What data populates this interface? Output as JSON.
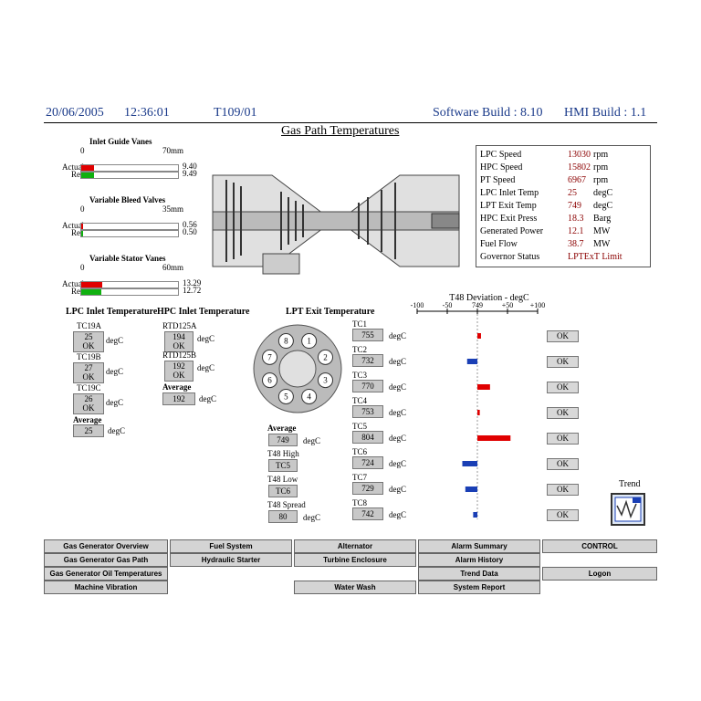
{
  "header": {
    "date": "20/06/2005",
    "time": "12:36:01",
    "unit": "T109/01",
    "software_build": "Software Build : 8.10",
    "hmi_build": "HMI Build : 1.1"
  },
  "page_title": "Gas Path Temperatures",
  "gauges": [
    {
      "title": "Inlet Guide Vanes",
      "scale_min": "0",
      "scale_max": "70mm",
      "actual_label": "Actual",
      "ref_label": "Ref",
      "actual_value": "9.40",
      "ref_value": "9.49",
      "actual_fraction": 0.134,
      "ref_fraction": 0.136
    },
    {
      "title": "Variable Bleed Valves",
      "scale_min": "0",
      "scale_max": "35mm",
      "actual_label": "Actual",
      "ref_label": "Ref",
      "actual_value": "0.56",
      "ref_value": "0.50",
      "actual_fraction": 0.016,
      "ref_fraction": 0.014
    },
    {
      "title": "Variable Stator Vanes",
      "scale_min": "0",
      "scale_max": "60mm",
      "actual_label": "Actual",
      "ref_label": "Ref",
      "actual_value": "13.29",
      "ref_value": "12.72",
      "actual_fraction": 0.22,
      "ref_fraction": 0.21
    }
  ],
  "stats": [
    {
      "name": "LPC Speed",
      "value": "13030",
      "unit": "rpm"
    },
    {
      "name": "HPC Speed",
      "value": "15802",
      "unit": "rpm"
    },
    {
      "name": "PT Speed",
      "value": "6967",
      "unit": "rpm"
    },
    {
      "name": "LPC Inlet Temp",
      "value": "25",
      "unit": "degC"
    },
    {
      "name": "LPT Exit Temp",
      "value": "749",
      "unit": "degC"
    },
    {
      "name": "HPC Exit Press",
      "value": "18.3",
      "unit": "Barg"
    },
    {
      "name": "Generated Power",
      "value": "12.1",
      "unit": "MW"
    },
    {
      "name": "Fuel Flow",
      "value": "38.7",
      "unit": "MW"
    },
    {
      "name": "Governor Status",
      "value": "LPTExT Limit",
      "unit": ""
    }
  ],
  "lpc": {
    "title": "LPC Inlet Temperature",
    "sensors": [
      {
        "tag": "TC19A",
        "value": "25",
        "status": "OK"
      },
      {
        "tag": "TC19B",
        "value": "27",
        "status": "OK"
      },
      {
        "tag": "TC19C",
        "value": "26",
        "status": "OK"
      }
    ],
    "avg_label": "Average",
    "avg_value": "25",
    "unit": "degC"
  },
  "hpc": {
    "title": "HPC Inlet Temperature",
    "sensors": [
      {
        "tag": "RTD125A",
        "value": "194",
        "status": "OK"
      },
      {
        "tag": "RTD125B",
        "value": "192",
        "status": "OK"
      }
    ],
    "avg_label": "Average",
    "avg_value": "192",
    "unit": "degC"
  },
  "lpt": {
    "title": "LPT Exit Temperature",
    "ring": [
      "1",
      "2",
      "3",
      "4",
      "5",
      "6",
      "7",
      "8"
    ],
    "avg_label": "Average",
    "avg_value": "749",
    "high_label": "T48 High",
    "high_value": "TC5",
    "low_label": "T48 Low",
    "low_value": "TC6",
    "spread_label": "T48 Spread",
    "spread_value": "80",
    "unit": "degC",
    "tcs": [
      {
        "tag": "TC1",
        "value": "755"
      },
      {
        "tag": "TC2",
        "value": "732"
      },
      {
        "tag": "TC3",
        "value": "770"
      },
      {
        "tag": "TC4",
        "value": "753"
      },
      {
        "tag": "TC5",
        "value": "804"
      },
      {
        "tag": "TC6",
        "value": "724"
      },
      {
        "tag": "TC7",
        "value": "729"
      },
      {
        "tag": "TC8",
        "value": "742"
      }
    ]
  },
  "chart_data": {
    "type": "bar",
    "title": "T48 Deviation - degC",
    "ticks": [
      "-100",
      "-50",
      "749",
      "+50",
      "+100"
    ],
    "xlim": [
      -100,
      100
    ],
    "categories": [
      "TC1",
      "TC2",
      "TC3",
      "TC4",
      "TC5",
      "TC6",
      "TC7",
      "TC8"
    ],
    "values": [
      6,
      -17,
      21,
      4,
      55,
      -25,
      -20,
      -7
    ],
    "colors": {
      "positive": "#e00000",
      "negative": "#1a3fb5"
    }
  },
  "ok_label": "OK",
  "trend_label": "Trend",
  "nav": [
    [
      "Gas Generator Overview",
      "Fuel System",
      "Alternator",
      "Alarm Summary",
      "CONTROL"
    ],
    [
      "Gas Generator Gas Path",
      "Hydraulic Starter",
      "Turbine Enclosure",
      "Alarm History",
      ""
    ],
    [
      "Gas Generator Oil Temperatures",
      "",
      "",
      "Trend Data",
      "Logon"
    ],
    [
      "Machine Vibration",
      "",
      "Water Wash",
      "System Report",
      ""
    ]
  ]
}
